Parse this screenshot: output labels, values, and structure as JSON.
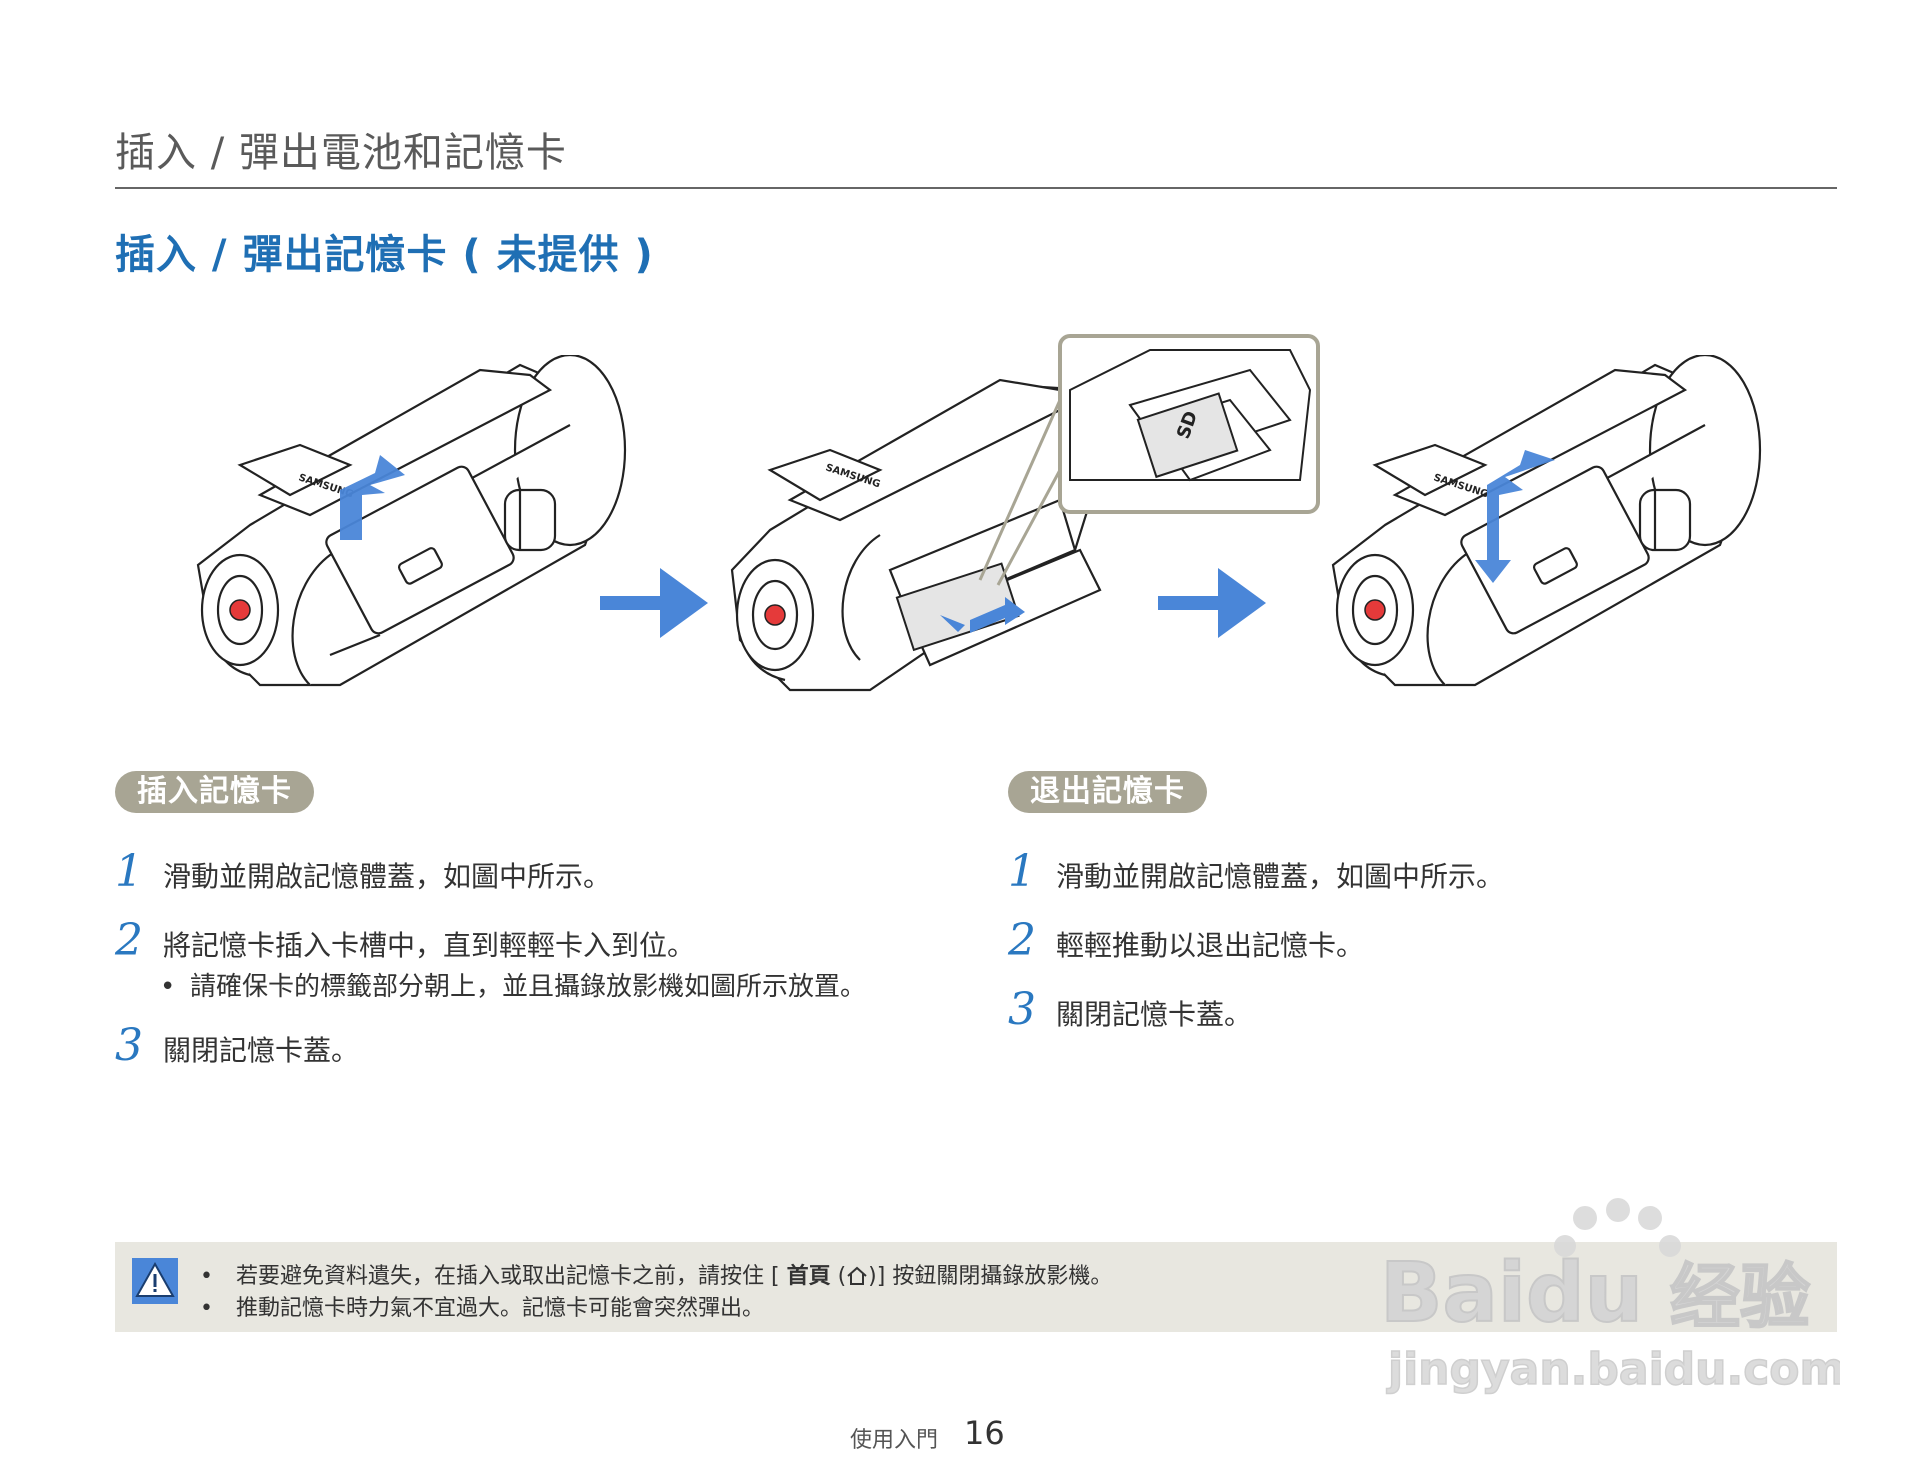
{
  "header": {
    "section_title": "插入 / 彈出電池和記憶卡",
    "page_heading": "插入 / 彈出記憶卡 ( 未提供 )"
  },
  "illustration": {
    "brand_label": "SAMSUNG",
    "card_label": "SD"
  },
  "insert": {
    "pill_label": "插入記憶卡",
    "steps": [
      {
        "num": "1",
        "text": "滑動並開啟記憶體蓋，如圖中所示。"
      },
      {
        "num": "2",
        "text": "將記憶卡插入卡槽中，直到輕輕卡入到位。"
      },
      {
        "num": "3",
        "text": "關閉記憶卡蓋。"
      }
    ],
    "bullet": "請確保卡的標籤部分朝上，並且攝錄放影機如圖所示放置。"
  },
  "eject": {
    "pill_label": "退出記憶卡",
    "steps": [
      {
        "num": "1",
        "text": "滑動並開啟記憶體蓋，如圖中所示。"
      },
      {
        "num": "2",
        "text": "輕輕推動以退出記憶卡。"
      },
      {
        "num": "3",
        "text": "關閉記憶卡蓋。"
      }
    ]
  },
  "note": {
    "line1_pre": "若要避免資料遺失，在插入或取出記憶卡之前，請按住 [ ",
    "line1_bold": "首頁",
    "line1_icon_open": " (",
    "line1_icon_close": ")] ",
    "line1_post": "按鈕關閉攝錄放影機。",
    "line2": "推動記憶卡時力氣不宜過大。記憶卡可能會突然彈出。",
    "icon": "warning-triangle-icon",
    "home_icon": "home-icon"
  },
  "footer": {
    "label": "使用入門",
    "page_number": "16"
  },
  "watermark": {
    "brand": "Baidu",
    "suffix": "经验",
    "url": "jingyan.baidu.com"
  },
  "colors": {
    "heading_blue": "#1f6fb4",
    "step_number_blue": "#2a78c0",
    "pill_gray": "#a8a594",
    "arrow_blue": "#4a86d8",
    "note_background": "#e8e7e0"
  }
}
